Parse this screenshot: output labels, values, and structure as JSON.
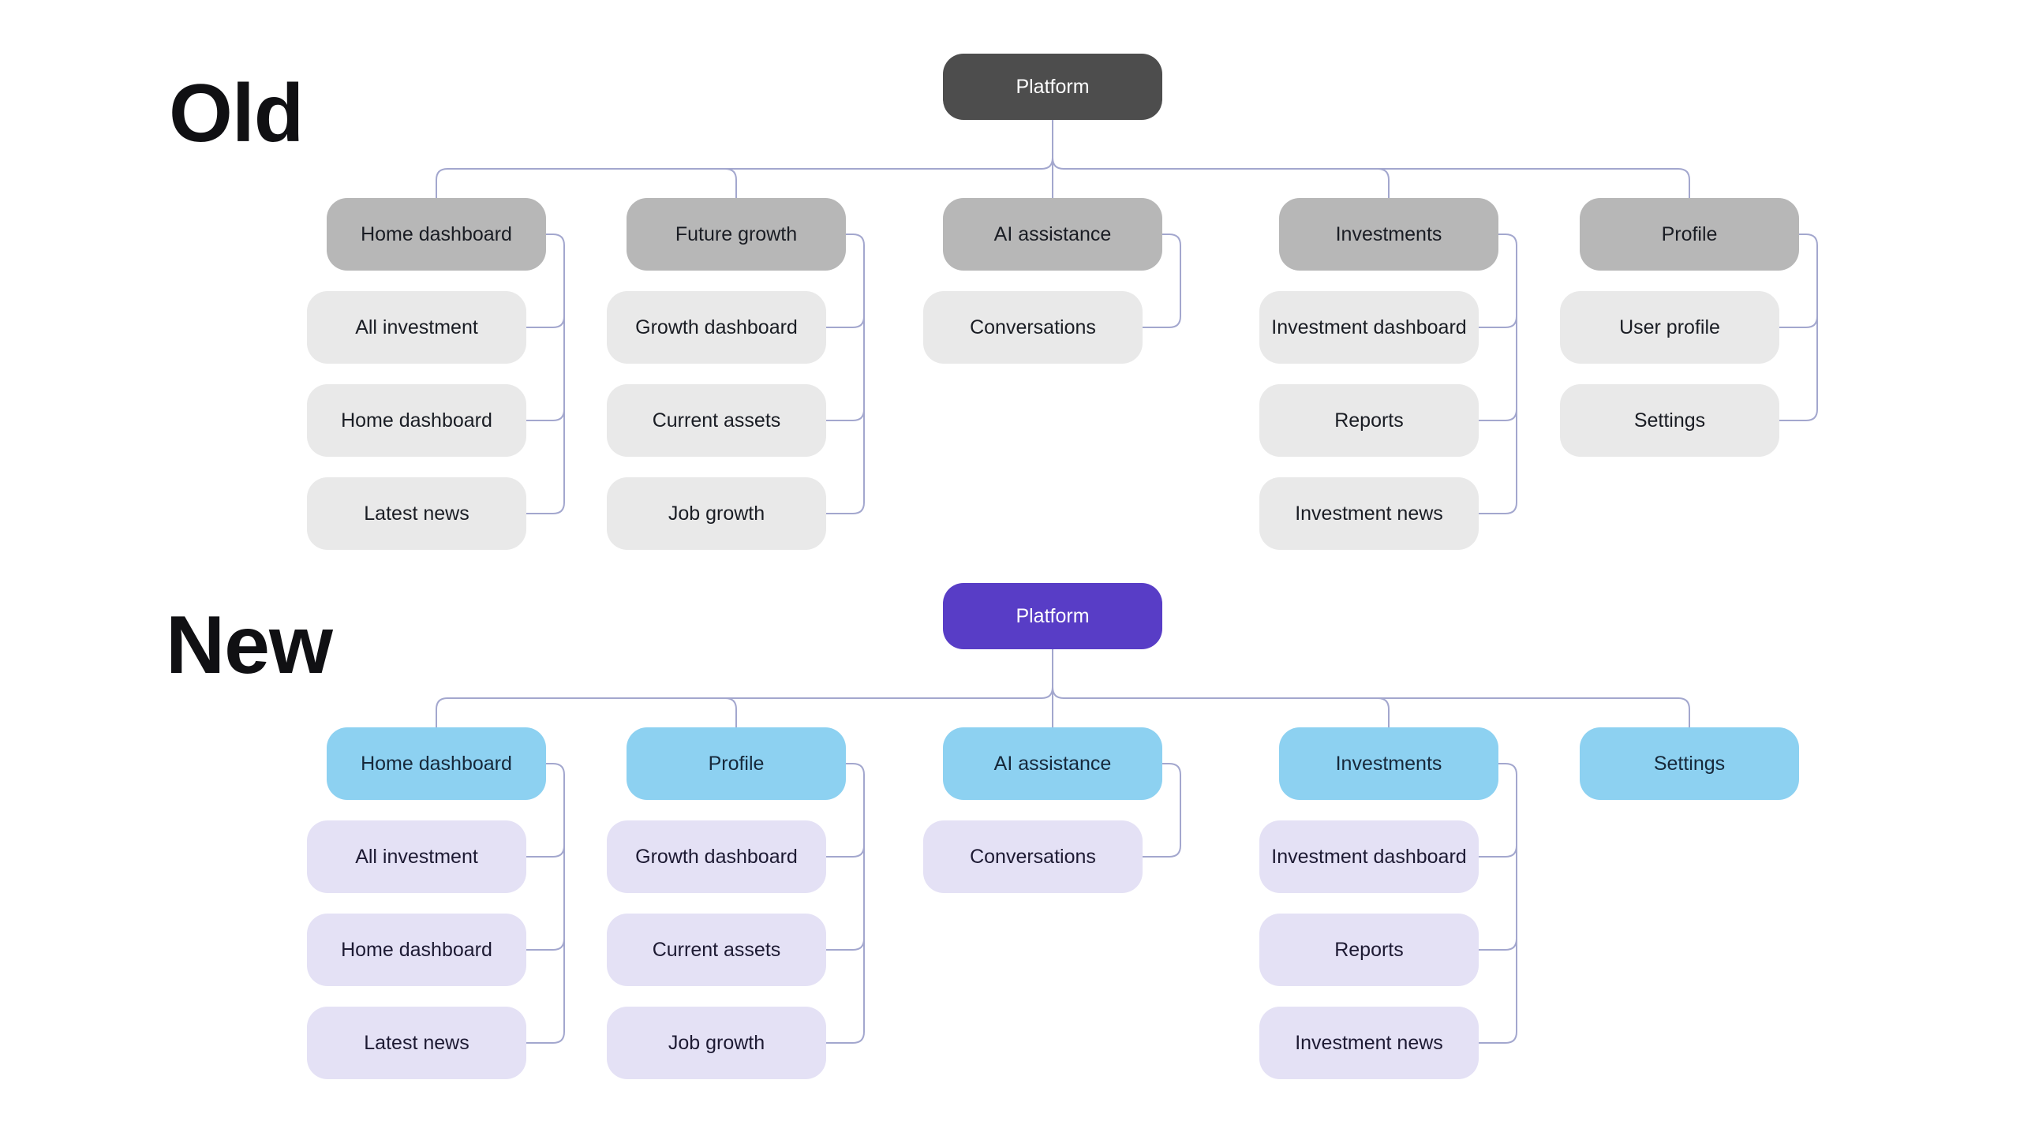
{
  "background": "#FFFFFF",
  "title_color": "#101013",
  "connector_color": "#A3A7CE",
  "sections": [
    {
      "id": "old",
      "title": "Old",
      "root": {
        "label": "Platform",
        "fill": "#4D4D4D",
        "text": "#FFFFFF"
      },
      "level1_style": {
        "fill": "#B7B7B7",
        "text": "#1A1D24"
      },
      "child_style": {
        "fill": "#E9E9E9",
        "text": "#1A1D24"
      },
      "columns": [
        {
          "label": "Home dashboard",
          "children": [
            {
              "label": "All investment"
            },
            {
              "label": "Home dashboard"
            },
            {
              "label": "Latest news"
            }
          ]
        },
        {
          "label": "Future growth",
          "children": [
            {
              "label": "Growth dashboard"
            },
            {
              "label": "Current assets"
            },
            {
              "label": "Job growth"
            }
          ]
        },
        {
          "label": "AI assistance",
          "children": [
            {
              "label": "Conversations"
            }
          ]
        },
        {
          "label": "Investments",
          "children": [
            {
              "label": "Investment dashboard"
            },
            {
              "label": "Reports"
            },
            {
              "label": "Investment news"
            }
          ]
        },
        {
          "label": "Profile",
          "children": [
            {
              "label": "User profile"
            },
            {
              "label": "Settings"
            }
          ]
        }
      ]
    },
    {
      "id": "new",
      "title": "New",
      "root": {
        "label": "Platform",
        "fill": "#583DC6",
        "text": "#FFFFFF"
      },
      "level1_style": {
        "fill": "#8DD1F1",
        "text": "#16283A"
      },
      "child_style": {
        "fill": "#E4E1F5",
        "text": "#1D1A33"
      },
      "columns": [
        {
          "label": "Home dashboard",
          "children": [
            {
              "label": "All investment"
            },
            {
              "label": "Home dashboard"
            },
            {
              "label": "Latest news"
            }
          ]
        },
        {
          "label": "Profile",
          "children": [
            {
              "label": "Growth dashboard"
            },
            {
              "label": "Current assets"
            },
            {
              "label": "Job growth"
            }
          ]
        },
        {
          "label": "AI assistance",
          "children": [
            {
              "label": "Conversations"
            }
          ]
        },
        {
          "label": "Investments",
          "children": [
            {
              "label": "Investment dashboard"
            },
            {
              "label": "Reports"
            },
            {
              "label": "Investment news"
            }
          ]
        },
        {
          "label": "Settings",
          "children": []
        }
      ]
    }
  ]
}
